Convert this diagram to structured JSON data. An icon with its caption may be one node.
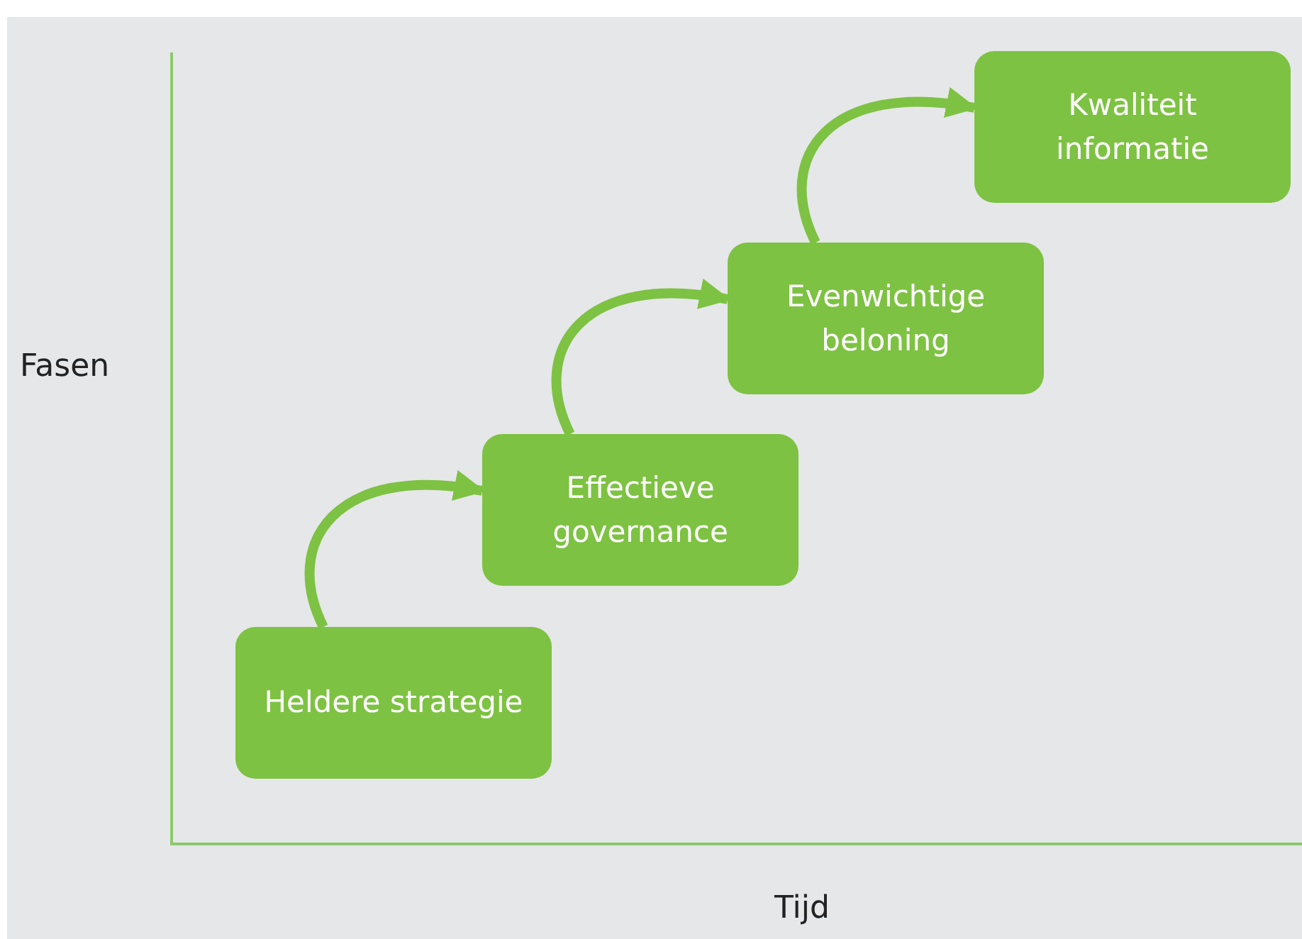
{
  "diagram": {
    "nodes": [
      {
        "text": [
          "Heldere strategie"
        ]
      },
      {
        "text": [
          "Effectieve governance"
        ]
      },
      {
        "text": [
          "Evenwichtige beloning"
        ]
      },
      {
        "text": [
          "Kwaliteit informatie"
        ]
      }
    ],
    "edges": [
      {
        "from": 0,
        "to": 1,
        "arrow": "to"
      },
      {
        "from": 1,
        "to": 2,
        "arrow": "to"
      },
      {
        "from": 2,
        "to": 3,
        "arrow": "to"
      }
    ],
    "labels": [
      "Fasen",
      "Tijd"
    ]
  }
}
